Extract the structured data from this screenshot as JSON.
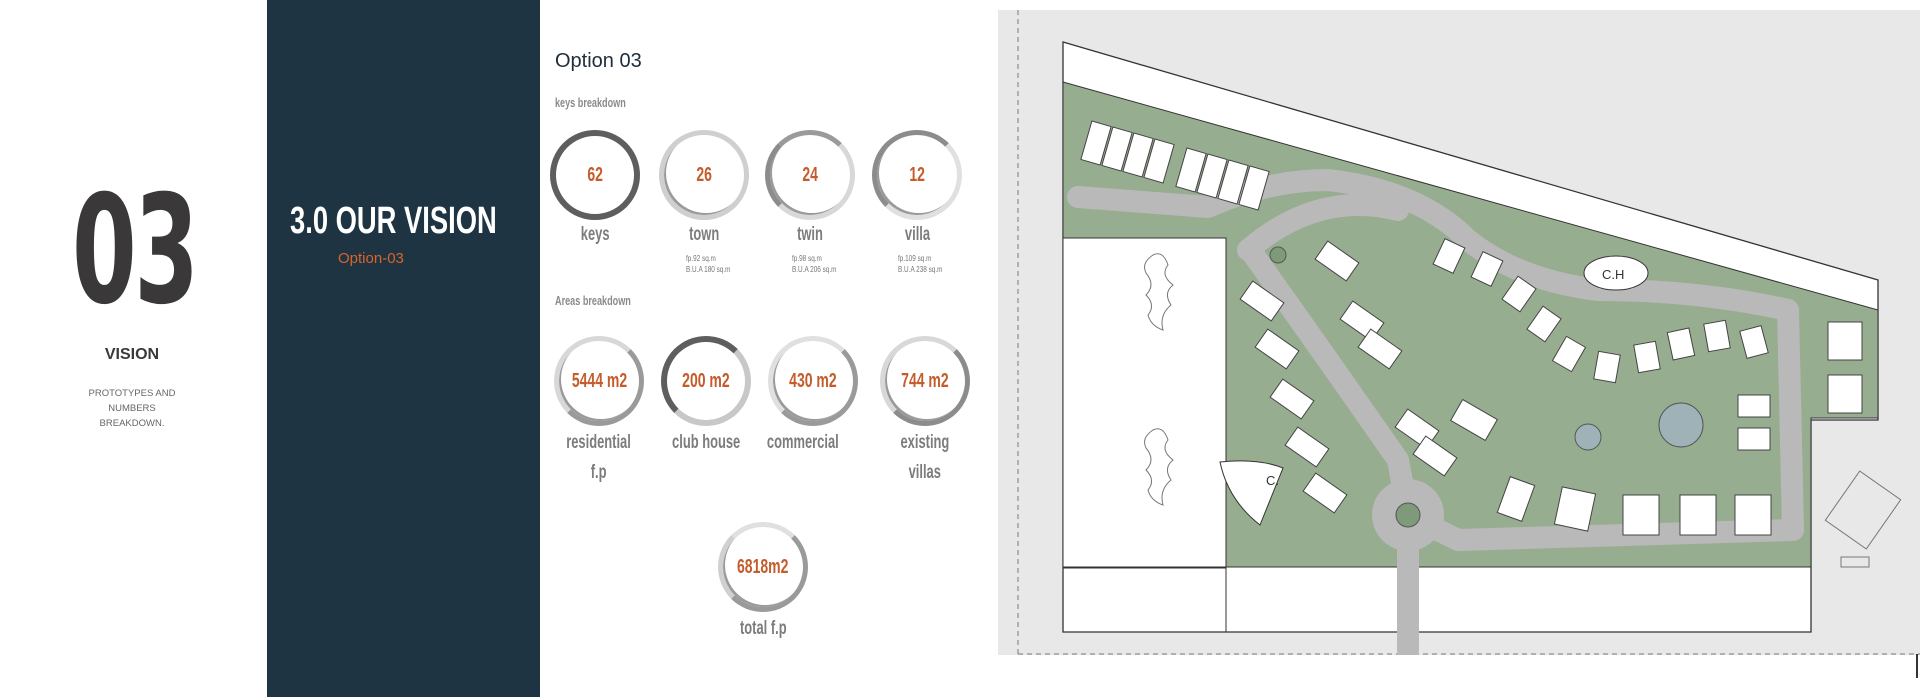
{
  "intro": {
    "number": "03",
    "label": "VISION",
    "text_line1": "PROTOTYPES AND NUMBERS",
    "text_line2": "BREAKDOWN."
  },
  "section": {
    "title": "3.0 OUR VISION",
    "subtitle": "Option-03"
  },
  "option": {
    "title": "Option 03",
    "keys_heading": "keys breakdown",
    "areas_heading": "Areas breakdown",
    "keys": [
      {
        "value": "62",
        "label": "keys",
        "note1": "",
        "note2": ""
      },
      {
        "value": "26",
        "label": "town",
        "note1": "fp.92 sq.m",
        "note2": "B.U.A 180 sq.m"
      },
      {
        "value": "24",
        "label": "twin",
        "note1": "fp.98 sq.m",
        "note2": "B.U.A 206 sq.m"
      },
      {
        "value": "12",
        "label": "villa",
        "note1": "fp.109 sq.m",
        "note2": "B.U.A 238 sq.m"
      }
    ],
    "areas": [
      {
        "value": "5444 m2",
        "label1": "residential",
        "label2": "f.p"
      },
      {
        "value": "200 m2",
        "label1": "club house",
        "label2": ""
      },
      {
        "value": "430 m2",
        "label1": "commercial",
        "label2": ""
      },
      {
        "value": "744 m2",
        "label1": "existing",
        "label2": "villas"
      }
    ],
    "total": {
      "value": "6818m2",
      "label": "total f.p"
    }
  },
  "plan": {
    "clubhouse_label": "C.H",
    "commercial_label": "C."
  },
  "colors": {
    "navy": "#1f3442",
    "accent": "#d9632b",
    "green": "#97ad90",
    "road": "#b9b9b9"
  }
}
